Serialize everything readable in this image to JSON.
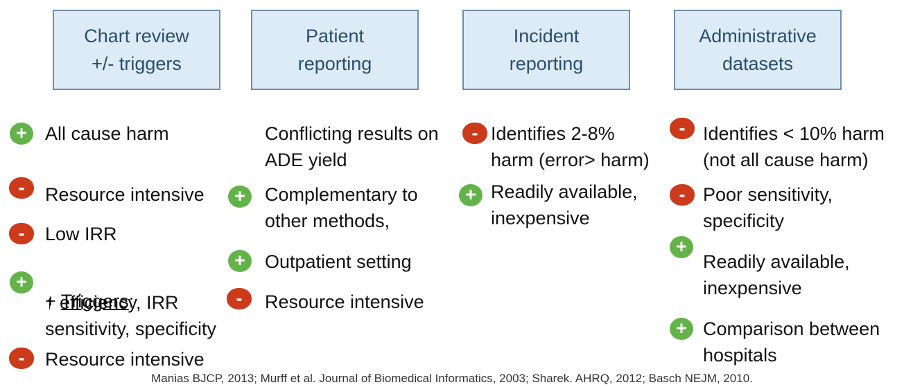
{
  "headers": [
    {
      "label": "Chart review\n+/- triggers"
    },
    {
      "label": "Patient\nreporting"
    },
    {
      "label": "Incident\nreporting"
    },
    {
      "label": "Administrative\ndatasets"
    }
  ],
  "columns": {
    "chart_review": {
      "all_cause_harm": "All cause harm",
      "resource_intensive_1": "Resource intensive",
      "low_irr": "Low IRR",
      "triggers_prefix": "+ ",
      "triggers_word": "Triggers",
      "triggers_suffix": ":",
      "triggers_detail": "↑ efficiency, IRR\nsensitivity, specificity",
      "resource_intensive_2": "Resource intensive"
    },
    "patient_reporting": {
      "conflicting": "Conflicting results on\nADE yield",
      "complementary": "Complementary to\nother methods,",
      "outpatient": "Outpatient setting",
      "resource_intensive": "Resource intensive"
    },
    "incident_reporting": {
      "identifies": "Identifies 2-8%\nharm (error> harm)",
      "readily": " Readily available,\ninexpensive"
    },
    "administrative": {
      "identifies": "Identifies < 10% harm\n(not all cause harm)",
      "poor": "Poor sensitivity,\nspecificity",
      "readily": "Readily available,\ninexpensive",
      "comparison": "Comparison between\nhospitals"
    }
  },
  "badges": {
    "plus": "+",
    "minus": "-"
  },
  "citation": "Manias BJCP, 2013; Murff et al. Journal of Biomedical Informatics, 2003; Sharek. AHRQ, 2012; Basch NEJM, 2010.",
  "colors": {
    "plus": "#63b34a",
    "minus": "#cc3a1c",
    "header_fill": "#dcebf6",
    "header_border": "#6f8fae",
    "header_text": "#2b4d6e"
  }
}
